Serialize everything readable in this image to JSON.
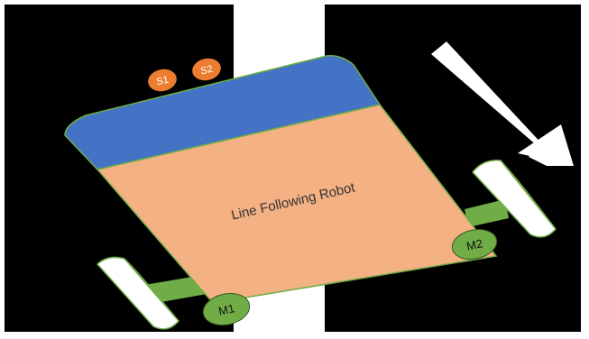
{
  "diagram": {
    "title": "Line Following Robot",
    "sensors": [
      {
        "label": "S1"
      },
      {
        "label": "S2"
      }
    ],
    "motors": [
      {
        "label": "M1"
      },
      {
        "label": "M2"
      }
    ],
    "colors": {
      "background": "#000000",
      "line": "#ffffff",
      "chassis": "#f4b183",
      "front_panel": "#4472c4",
      "outline": "#70ad47",
      "axle": "#70ad47",
      "motor": "#70ad47",
      "sensor": "#ed7d31",
      "wheel": "#ffffff",
      "arrow": "#ffffff"
    }
  }
}
